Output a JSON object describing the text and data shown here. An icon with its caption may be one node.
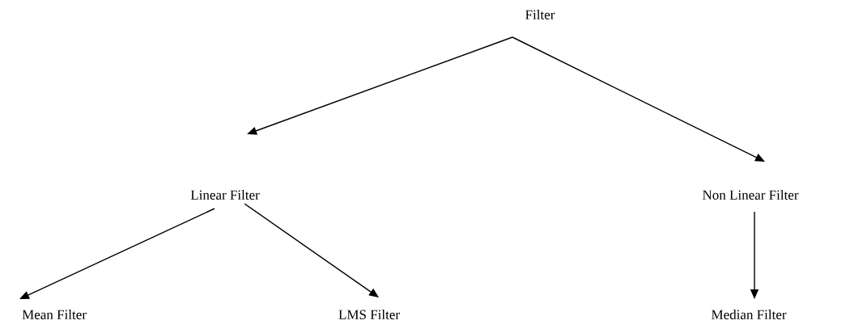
{
  "diagram": {
    "nodes": [
      {
        "text": [
          "Filter"
        ]
      },
      {
        "text": [
          "Linear Filter"
        ]
      },
      {
        "text": [
          "Non Linear Filter"
        ]
      },
      {
        "text": [
          "Mean Filter"
        ]
      },
      {
        "text": [
          "LMS Filter"
        ]
      },
      {
        "text": [
          "Median Filter"
        ]
      }
    ],
    "edges": [
      {
        "from": 0,
        "to": 1,
        "arrow": "to"
      },
      {
        "from": 0,
        "to": 2,
        "arrow": "to"
      },
      {
        "from": 1,
        "to": 3,
        "arrow": "to"
      },
      {
        "from": 1,
        "to": 4,
        "arrow": "to"
      },
      {
        "from": 2,
        "to": 5,
        "arrow": "to"
      }
    ]
  }
}
